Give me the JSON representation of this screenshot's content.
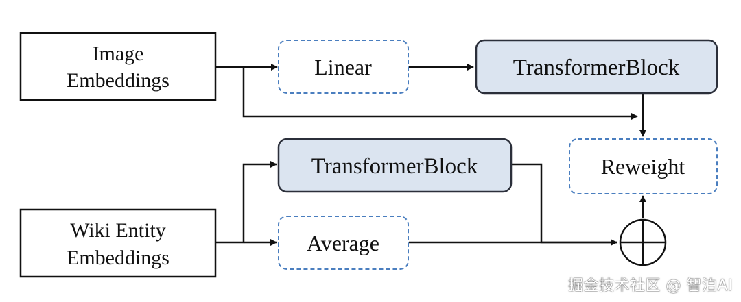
{
  "diagram": {
    "nodes": {
      "image_embeddings": {
        "line1": "Image",
        "line2": "Embeddings"
      },
      "linear": {
        "label": "Linear"
      },
      "transformer_top": {
        "label": "TransformerBlock"
      },
      "transformer_bottom": {
        "label": "TransformerBlock"
      },
      "reweight": {
        "label": "Reweight"
      },
      "wiki_entity_embeddings": {
        "line1": "Wiki Entity",
        "line2": "Embeddings"
      },
      "average": {
        "label": "Average"
      }
    },
    "colors": {
      "stroke": "#111111",
      "dashed_border": "#4a7ebf",
      "highlight_fill": "#dbe4f0",
      "highlight_border": "#2b2f3a",
      "background": "#ffffff"
    }
  },
  "watermark": "掘金技术社区 @ 智泊AI"
}
